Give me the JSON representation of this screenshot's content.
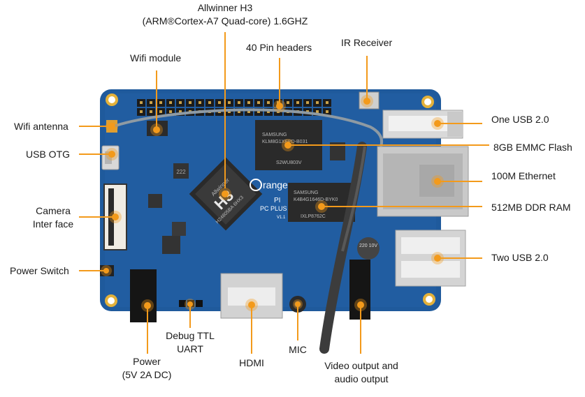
{
  "colors": {
    "accent": "#f39a1b",
    "board": "#1f5a9c",
    "board_dark": "#17467d",
    "text": "#1a1a1a"
  },
  "labels": {
    "cpu_line1": "Allwinner H3",
    "cpu_line2": "(ARM®Cortex-A7 Quad-core) 1.6GHZ",
    "pin_headers": "40 Pin headers",
    "ir_receiver": "IR Receiver",
    "wifi_module": "Wifi module",
    "wifi_antenna": "Wifi antenna",
    "usb_otg": "USB OTG",
    "camera_line1": "Camera",
    "camera_line2": "Inter face",
    "power_switch": "Power Switch",
    "power_line1": "Power",
    "power_line2": "(5V 2A DC)",
    "debug_line1": "Debug TTL",
    "debug_line2": "UART",
    "hdmi": "HDMI",
    "mic": "MIC",
    "video_line1": "Video output and",
    "video_line2": "audio output",
    "one_usb": "One USB 2.0",
    "emmc": "8GB EMMC Flash",
    "ethernet": "100M Ethernet",
    "ddr": "512MB DDR RAM",
    "two_usb": "Two USB 2.0"
  },
  "board": {
    "soc_brand": "Allwinner",
    "soc_name": "H3",
    "soc_code": "H24805BA 6HX3",
    "emmc_chip_line1": "SAMSUNG",
    "emmc_chip_line2": "KLM8G1XEPD-B031",
    "emmc_chip_line3": "S2WU803V",
    "ddr_chip_line1": "SAMSUNG",
    "ddr_chip_line2": "K4B4G1646D-BYK0",
    "ddr_chip_line3": "IXLP8762C",
    "logo_text": "range",
    "model_line1": "PI",
    "model_line2": "PC PLUS",
    "model_line3": "V1.1",
    "cap_label": "220 10V",
    "inductor_label": "222"
  }
}
